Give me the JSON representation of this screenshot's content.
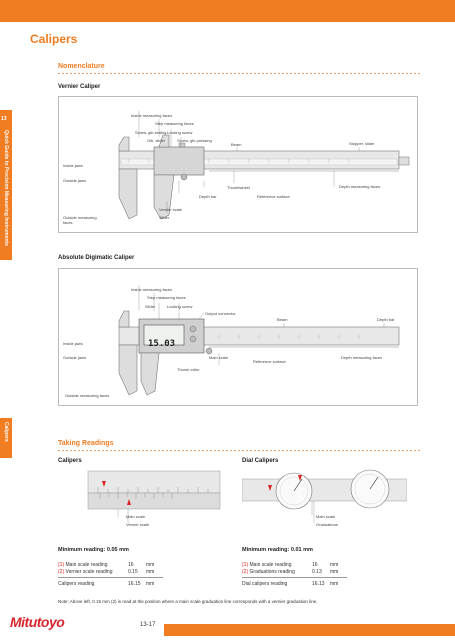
{
  "page": {
    "title": "Calipers",
    "page_number": "13-17",
    "logo": "Mitutoyo"
  },
  "side_tabs": {
    "number": "13",
    "chapter": "Quick Guide to Precision Measuring Instruments",
    "section": "Calipers"
  },
  "nomenclature": {
    "heading": "Nomenclature",
    "vernier": {
      "title": "Vernier Caliper",
      "labels": {
        "inside_faces": "Inside measuring faces",
        "step_faces": "Step measuring faces",
        "screw_gib": "Screw, gib setting",
        "locking_screw": "Locking screw",
        "gib_slider": "Gib, slider",
        "screw_gib_pressing": "Screw, gib pressing",
        "beam": "Beam",
        "stopper": "Stopper, slider",
        "inside_jaws": "Inside jaws",
        "outside_jaws": "Outside jaws",
        "depth_bar": "Depth bar",
        "thumbwheel": "Thumbwheel",
        "reference_surface": "Reference surface",
        "depth_faces": "Depth measuring faces",
        "vernier_scale": "Vernier scale",
        "slider": "Slider",
        "outside_faces": "Outside measuring faces"
      }
    },
    "digimatic": {
      "title": "Absolute Digimatic Caliper",
      "display": "15.03",
      "labels": {
        "inside_faces": "Inside measuring faces",
        "step_faces": "Step measuring faces",
        "slider": "Slider",
        "locking_screw": "Locking screw",
        "output_connector": "Output connector",
        "beam": "Beam",
        "depth_bar": "Depth bar",
        "inside_jaws": "Inside jaws",
        "outside_jaws": "Outside jaws",
        "main_scale": "Main scale",
        "thumb_roller": "Thumb-roller",
        "reference_surface": "Reference surface",
        "depth_faces": "Depth measuring faces",
        "outside_faces": "Outside measuring faces"
      }
    }
  },
  "readings": {
    "heading": "Taking Readings",
    "calipers": {
      "title": "Calipers",
      "main_scale_label": "Main scale",
      "vernier_scale_label": "Vernier scale",
      "min_reading": "Minimum reading: 0.05 mm",
      "row1": {
        "marker": "(1)",
        "label": "Main scale reading",
        "value": "16",
        "unit": "mm"
      },
      "row2": {
        "marker": "(2)",
        "label": "Vernier scale reading",
        "value": "0.15",
        "unit": "mm"
      },
      "total": {
        "label": "Calipers reading",
        "value": "16.15",
        "unit": "mm"
      }
    },
    "dial": {
      "title": "Dial Calipers",
      "main_scale_label": "Main scale",
      "graduations_label": "Graduations",
      "min_reading": "Minimum reading: 0.01 mm",
      "row1": {
        "marker": "(1)",
        "label": "Main scale reading",
        "value": "16",
        "unit": "mm"
      },
      "row2": {
        "marker": "(2)",
        "label": "Graduations reading",
        "value": "0.13",
        "unit": "mm"
      },
      "total": {
        "label": "Dial calipers reading",
        "value": "16.13",
        "unit": "mm"
      }
    },
    "note": "Note: Above left, 0.15 mm (2) is read at the position where a main scale graduation line corresponds with a vernier graduation line."
  },
  "colors": {
    "accent": "#f07d22",
    "logo": "#d8262e",
    "marker": "#dd2222"
  }
}
